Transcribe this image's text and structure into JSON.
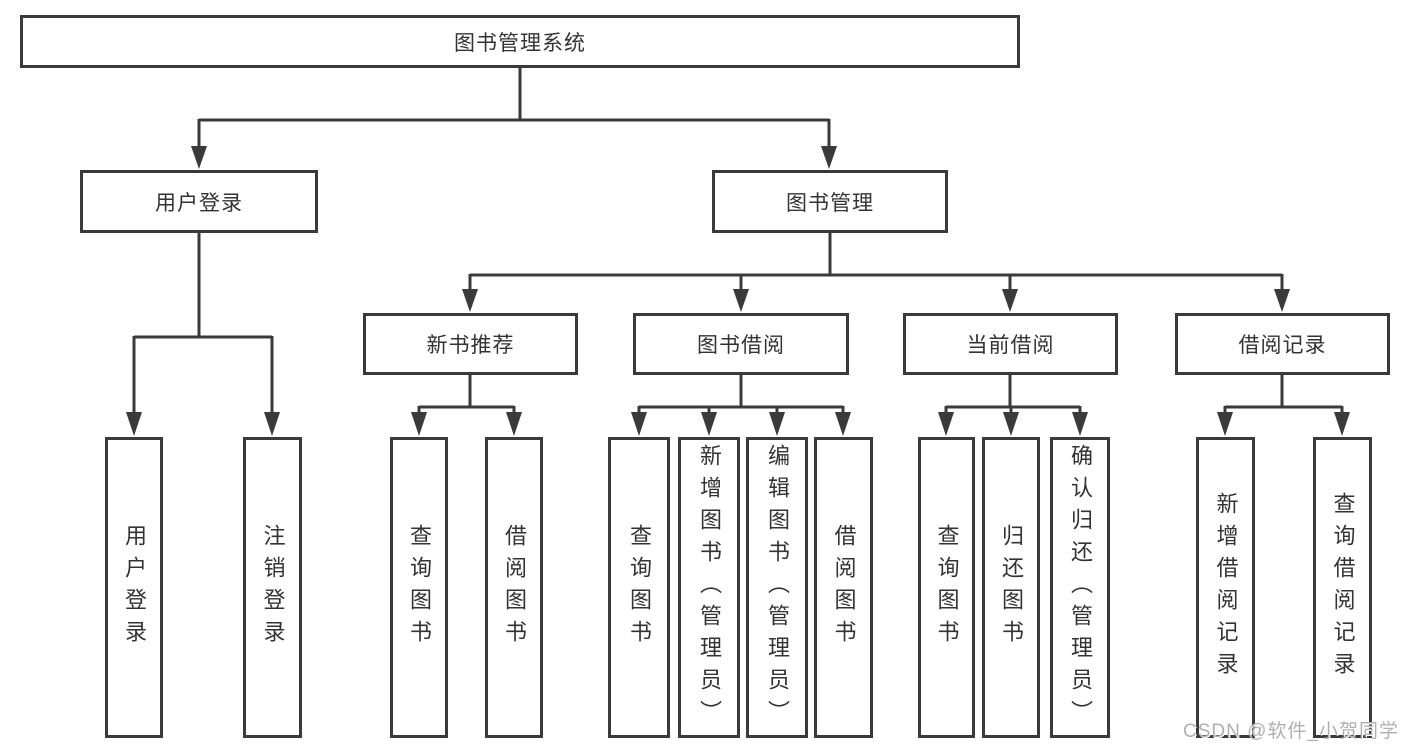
{
  "title": {
    "label": "图书管理系统"
  },
  "level2": {
    "user_login": "用户登录",
    "book_management": "图书管理"
  },
  "level3": {
    "new_book_recommend": "新书推荐",
    "book_borrow": "图书借阅",
    "current_borrow": "当前借阅",
    "borrow_records": "借阅记录"
  },
  "leaves": {
    "user_login": "用户登录",
    "logout": "注销登录",
    "nbr_query_book": "查询图书",
    "nbr_borrow_book": "借阅图书",
    "bb_query_book": "查询图书",
    "bb_add_book": "新增图书（管理员）",
    "bb_edit_book": "编辑图书（管理员）",
    "bb_borrow_book": "借阅图书",
    "cb_query_book": "查询图书",
    "cb_return_book": "归还图书",
    "cb_confirm_return": "确认归还（管理员）",
    "br_add_record": "新增借阅记录",
    "br_query_record": "查询借阅记录"
  },
  "watermark": {
    "text": "CSDN @软件_小贺同学"
  },
  "colors": {
    "line": "#3a3a3a",
    "text": "#333333",
    "watermark": "#b0b0b0",
    "background": "#ffffff"
  }
}
